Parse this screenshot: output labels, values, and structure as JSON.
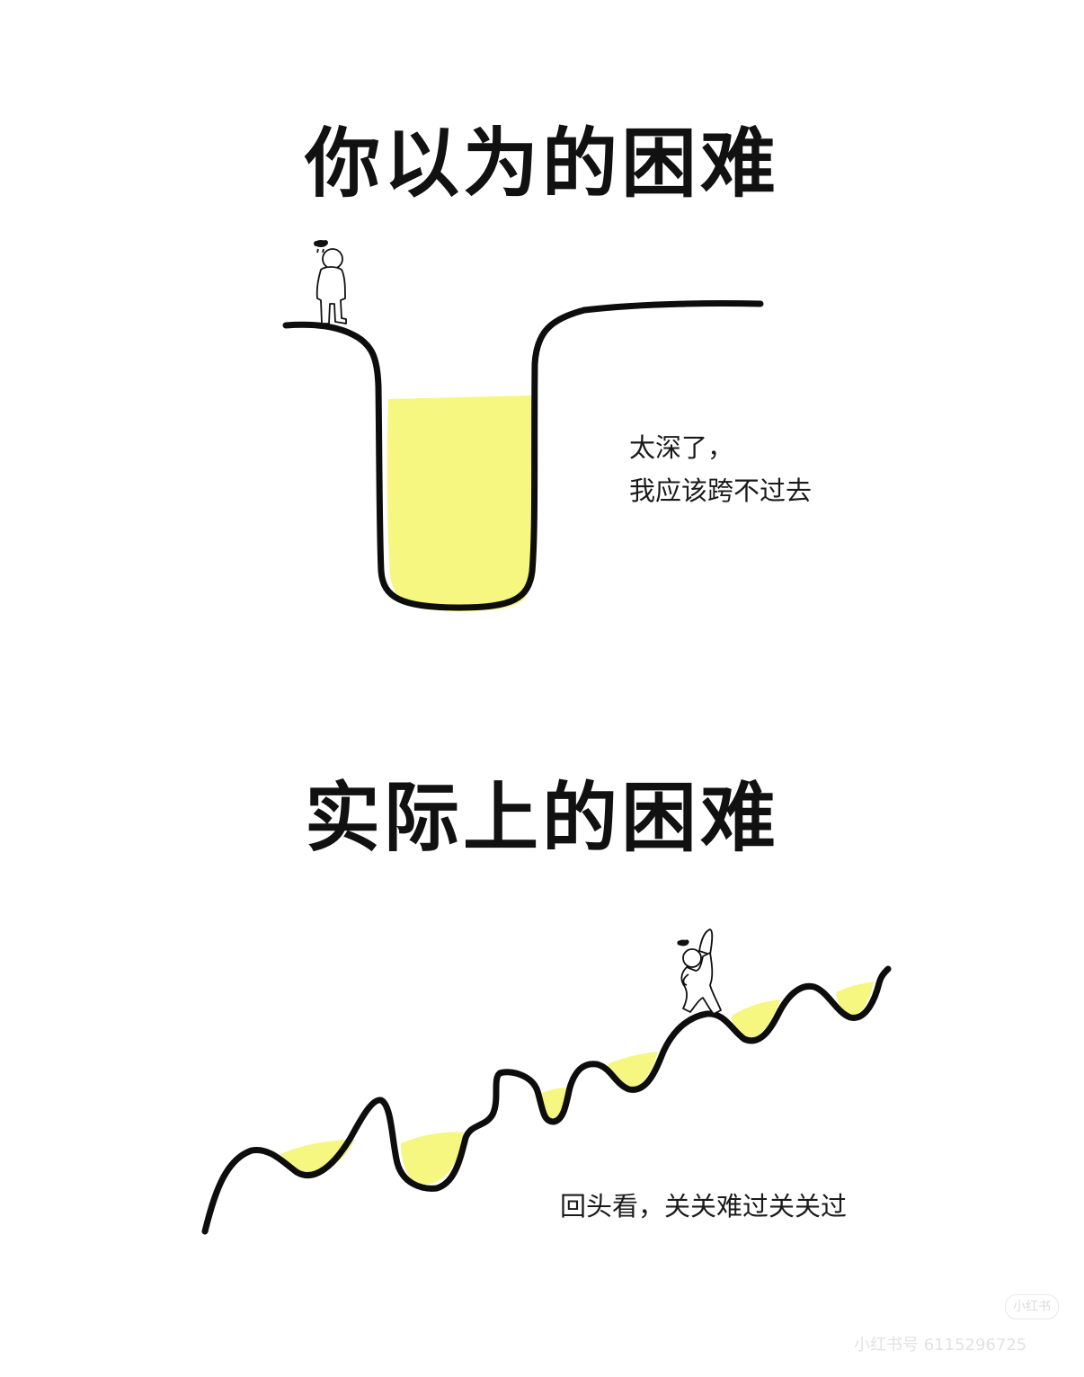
{
  "titles": {
    "imagined": "你以为的困难",
    "actual": "实际上的困难"
  },
  "captions": {
    "imagined_line1": "太深了，",
    "imagined_line2": "我应该跨不过去",
    "actual": "回头看，关关难过关关过"
  },
  "watermark": {
    "badge": "小红书",
    "id_text": "小红书号 6115296725"
  },
  "colors": {
    "fill_yellow": "#f5f780",
    "line": "#0d0d0d",
    "background": "#ffffff"
  }
}
